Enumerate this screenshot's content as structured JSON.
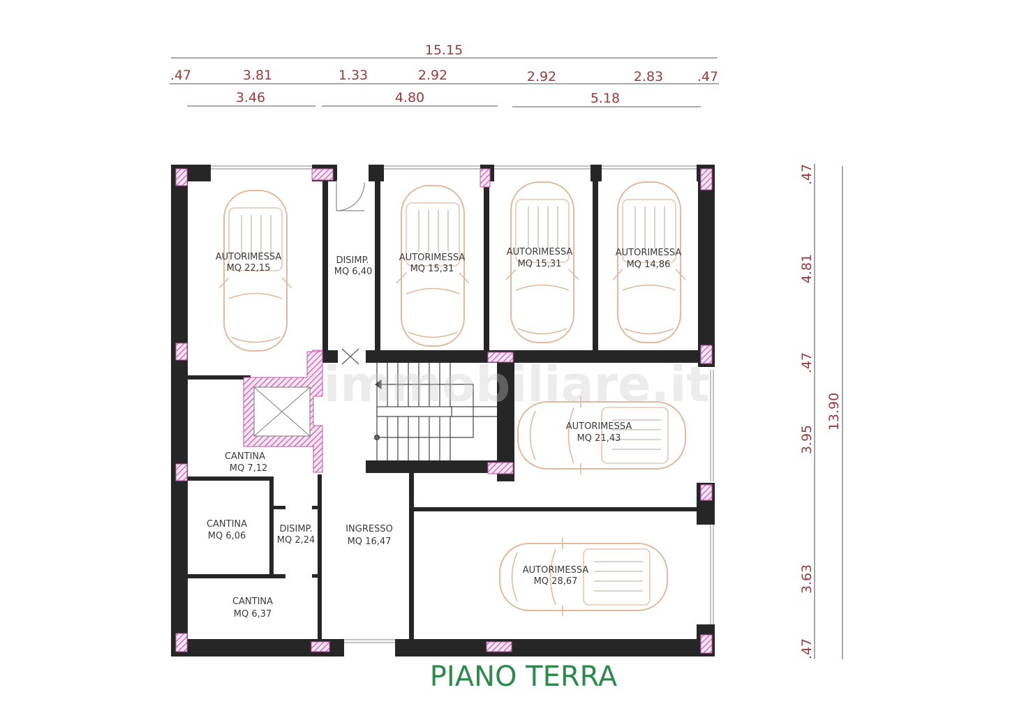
{
  "title": "PIANO TERRA",
  "watermark": "immobiliare.it",
  "colors": {
    "wall": "#262626",
    "hatch": "#c25aa8",
    "dimension": "#9a3a3a",
    "title": "#2e8a4a",
    "car": "#e2b9a0",
    "label": "#3a3a3a"
  },
  "dimensions": {
    "top_total": "15.15",
    "top_row1": [
      ".47",
      "3.81",
      "1.33",
      "2.92",
      "2.92",
      "2.83",
      ".47"
    ],
    "top_row2": [
      "3.46",
      "4.80",
      "5.18"
    ],
    "right_row": [
      ".47",
      "4.81",
      ".47",
      "3.95",
      "3.63",
      ".47"
    ],
    "right_total": "13.90"
  },
  "rooms": [
    {
      "name": "AUTORIMESSA",
      "area": "MQ 22,15"
    },
    {
      "name": "DISIMP.",
      "area": "MQ 6,40"
    },
    {
      "name": "AUTORIMESSA",
      "area": "MQ 15,31"
    },
    {
      "name": "AUTORIMESSA",
      "area": "MQ 15,31"
    },
    {
      "name": "AUTORIMESSA",
      "area": "MQ 14,86"
    },
    {
      "name": "AUTORIMESSA",
      "area": "MQ 21,43"
    },
    {
      "name": "CANTINA",
      "area": "MQ 7,12"
    },
    {
      "name": "CANTINA",
      "area": "MQ 6,06"
    },
    {
      "name": "DISIMP.",
      "area": "MQ 2,24"
    },
    {
      "name": "INGRESSO",
      "area": "MQ 16,47"
    },
    {
      "name": "AUTORIMESSA",
      "area": "MQ 28,67"
    },
    {
      "name": "CANTINA",
      "area": "MQ 6,37"
    }
  ]
}
